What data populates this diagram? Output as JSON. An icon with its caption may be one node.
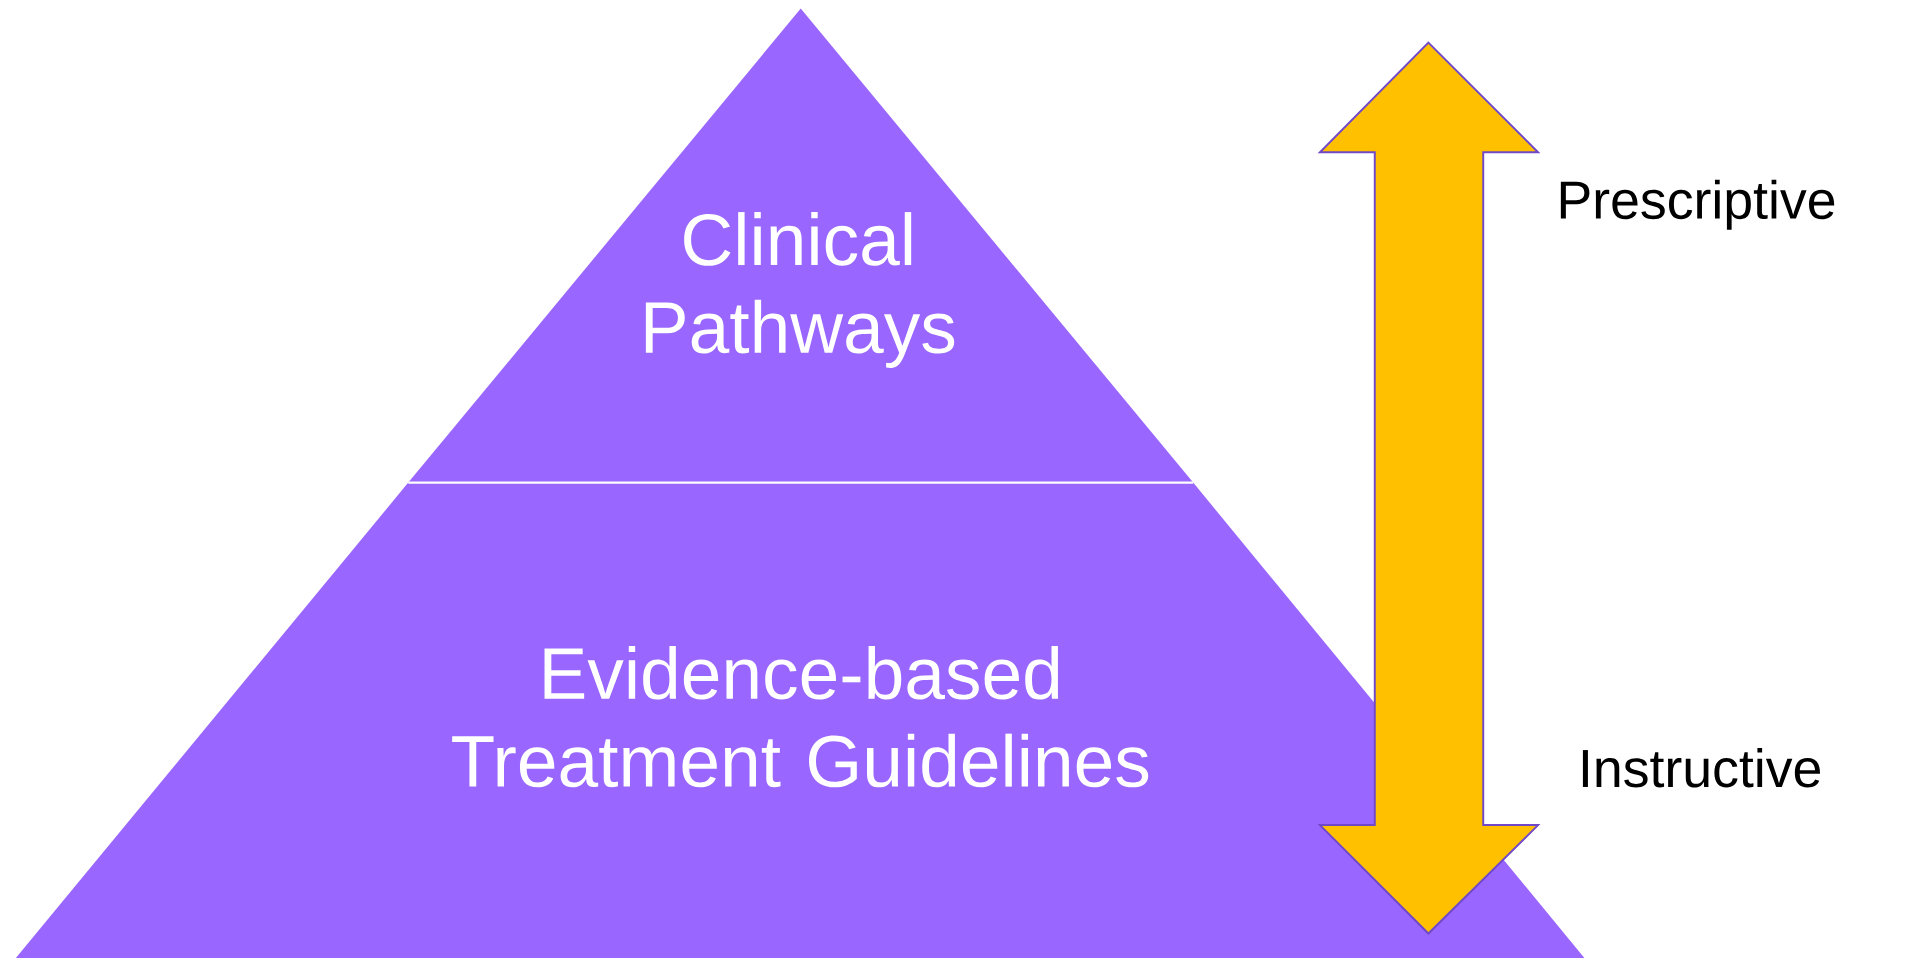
{
  "diagram": {
    "nodes": [
      {
        "text": [
          "Clinical Pathways"
        ]
      },
      {
        "text": [
          "Evidence-based Treatment Guidelines"
        ]
      }
    ],
    "labels": [
      "Prescriptive",
      "Instructive"
    ]
  }
}
